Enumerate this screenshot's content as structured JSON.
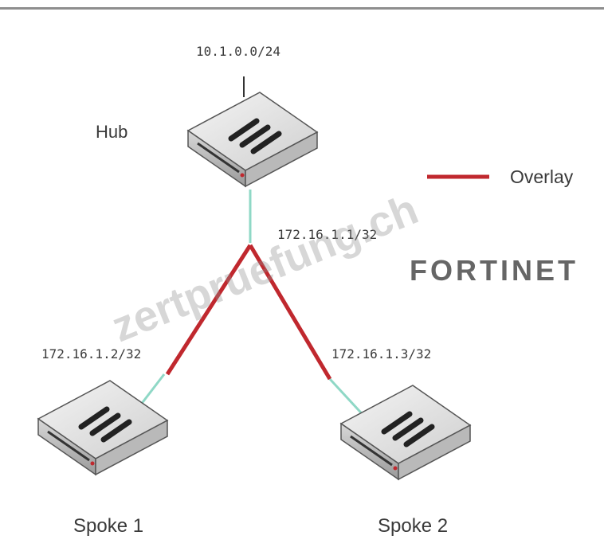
{
  "hub": {
    "label": "Hub",
    "subnet": "10.1.0.0/24",
    "overlay_ip": "172.16.1.1/32"
  },
  "spoke1": {
    "label": "Spoke 1",
    "overlay_ip": "172.16.1.2/32"
  },
  "spoke2": {
    "label": "Spoke 2",
    "overlay_ip": "172.16.1.3/32"
  },
  "legend": {
    "overlay_label": "Overlay",
    "overlay_color": "#c0282e"
  },
  "underlay_color": "#8fd8c6",
  "brand": {
    "logo_text": "FORTINET"
  },
  "watermark": "zertpruefung.ch"
}
